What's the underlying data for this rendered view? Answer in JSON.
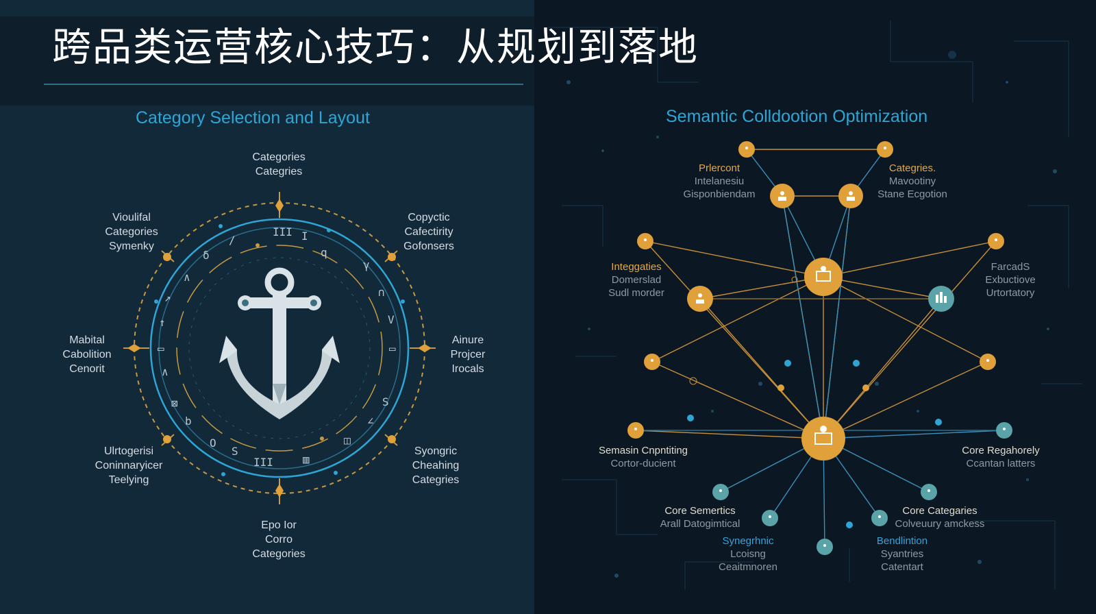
{
  "title": "跨品类运营核心技巧：从规划到落地",
  "left_panel": {
    "heading": "Category Selection and Layout",
    "labels": {
      "top": [
        "Categories",
        "Categries"
      ],
      "top_left": [
        "Vioulifal",
        "Categories",
        "Symenky"
      ],
      "top_right": [
        "Copyctic",
        "Cafectirity",
        "Gofonsers"
      ],
      "left": [
        "Mabital",
        "Cabolition",
        "Cenorit"
      ],
      "right": [
        "Ainure",
        "Projcer",
        "Irocals"
      ],
      "bottom_left": [
        "Ulrtogerisi",
        "Coninnaryicer",
        "Teelying"
      ],
      "bottom_right": [
        "Syongric",
        "Cheahing",
        "Categries"
      ],
      "bottom": [
        "Epo Ior",
        "Corro",
        "Categories"
      ]
    }
  },
  "right_panel": {
    "heading": "Semantic Colldootion Optimization",
    "labels": {
      "top_left": [
        "Prlercont",
        "Intelanesiu",
        "Gisponbiendam"
      ],
      "top_right": [
        "Categries.",
        "Mavootiny",
        "Stane Ecgotion"
      ],
      "mid_left": [
        "Integgaties",
        "Domerslad",
        "Sudl morder"
      ],
      "mid_right": [
        "FarcadS",
        "Exbuctiove",
        "Urtortatory"
      ],
      "low_left": [
        "Semasin Cnpntiting",
        "Cortor-ducient"
      ],
      "low_right": [
        "Core Regahorely",
        "Ccantan latters"
      ],
      "bottom_left": [
        "Core Semertics",
        "Arall Datogimtical"
      ],
      "bottom_right": [
        "Core Categaries",
        "Colveuury amckess"
      ],
      "bottom_cl": [
        "Synegrhnic",
        "Lcoisng",
        "Ceaitmnoren"
      ],
      "bottom_cr": [
        "Bendlintion",
        "Syantries",
        "Catentart"
      ]
    }
  },
  "colors": {
    "accent_cyan": "#2da6d6",
    "accent_gold": "#e0a03a",
    "node_teal": "#5aa3a8",
    "text_light": "#d6dde3"
  }
}
